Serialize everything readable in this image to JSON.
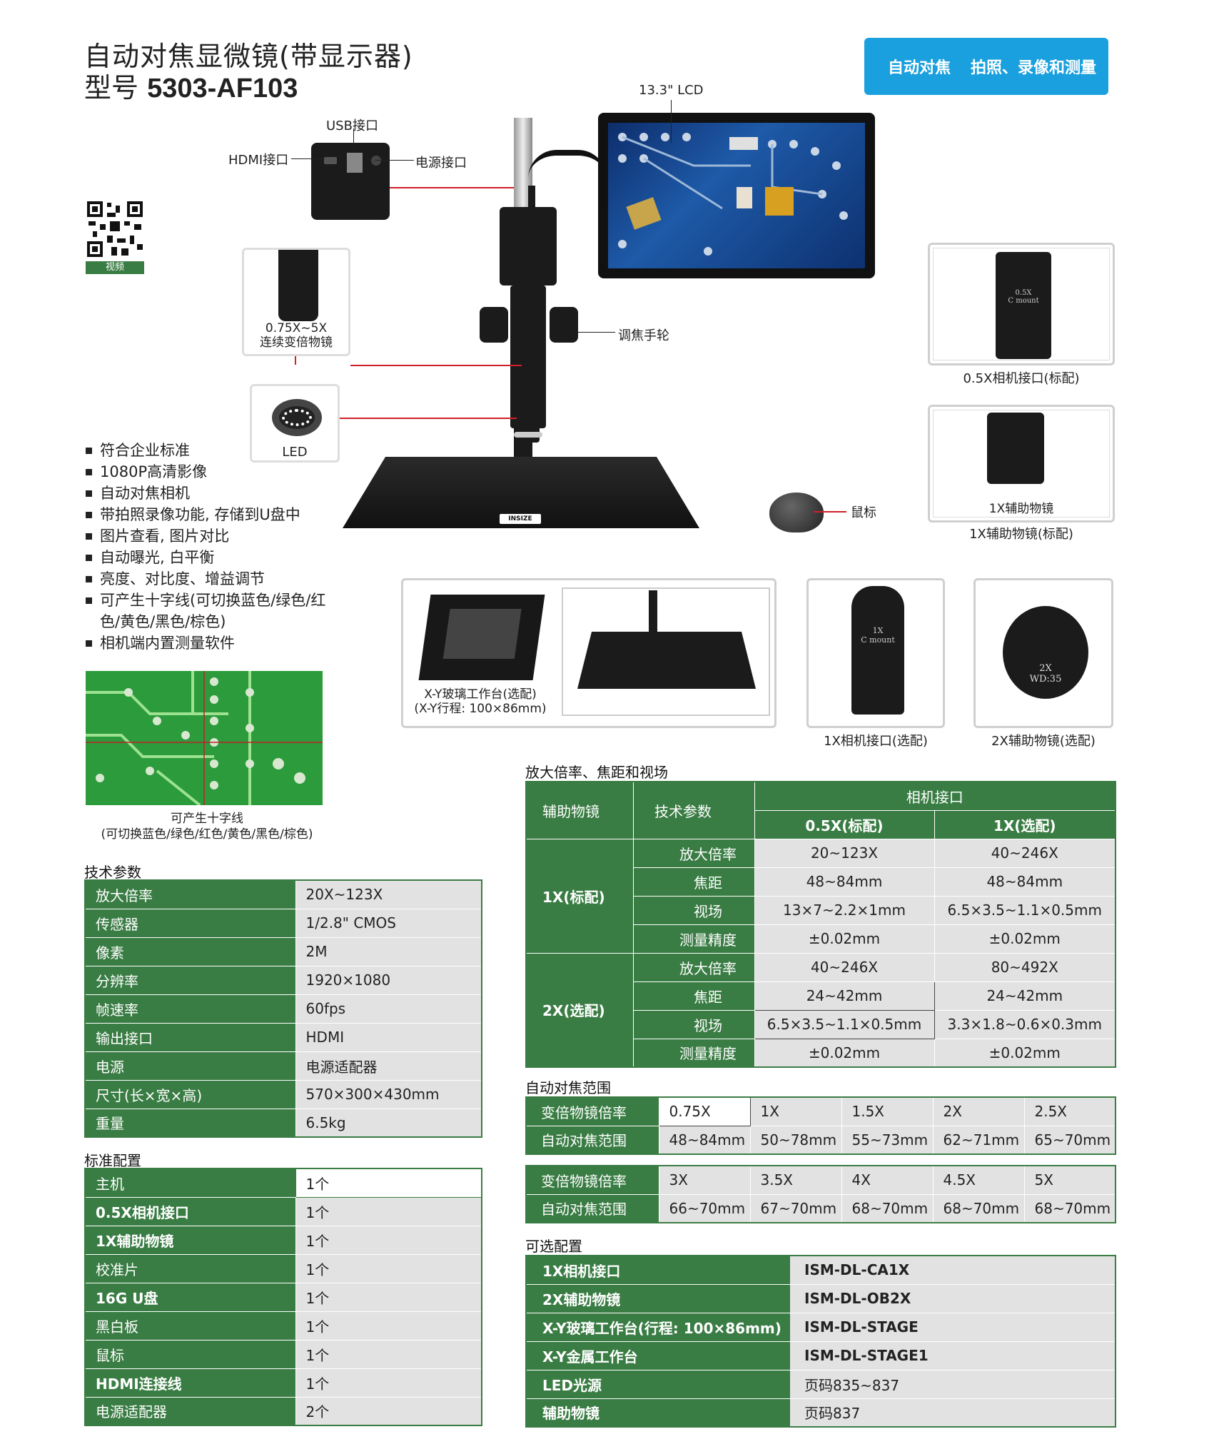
{
  "header": {
    "title": "自动对焦显微镜(带显示器)",
    "model_prefix": "型号",
    "model": "5303-AF103",
    "badge1": "自动对焦",
    "badge2": "拍照、录像和测量"
  },
  "callouts": {
    "lcd": "13.3\" LCD",
    "usb": "USB接口",
    "hdmi": "HDMI接口",
    "power": "电源接口",
    "focus": "调焦手轮",
    "zoom1": "0.75X~5X",
    "zoom2": "连续变倍物镜",
    "led": "LED",
    "mouse": "鼠标",
    "qr": "视频",
    "brand": "INSIZE"
  },
  "accessories": {
    "cam05_img": "0.5X",
    "cam05_img2": "C mount",
    "cam05": "0.5X相机接口(标配)",
    "aux1_img": "1X辅助物镜",
    "aux1": "1X辅助物镜(标配)",
    "stage_line1": "X-Y玻璃工作台(选配)",
    "stage_line2": "(X-Y行程: 100×86mm)",
    "cam1_img1": "1X",
    "cam1_img2": "C mount",
    "cam1": "1X相机接口(选配)",
    "aux2_img1": "2X",
    "aux2_img2": "WD:35",
    "aux2": "2X辅助物镜(选配)"
  },
  "features": [
    "符合企业标准",
    "1080P高清影像",
    "自动对焦相机",
    "带拍照录像功能, 存储到U盘中",
    "图片查看, 图片对比",
    "自动曝光, 白平衡",
    "亮度、对比度、增益调节",
    "可产生十字线(可切换蓝色/绿色/红",
    "色/黄色/黑色/棕色)",
    "相机端内置测量软件"
  ],
  "crosshair_caption": [
    "可产生十字线",
    "(可切换蓝色/绿色/红色/黄色/黑色/棕色)"
  ],
  "tech": {
    "title": "技术参数",
    "rows": [
      [
        "放大倍率",
        "20X~123X"
      ],
      [
        "传感器",
        "1/2.8\" CMOS"
      ],
      [
        "像素",
        "2M"
      ],
      [
        "分辨率",
        "1920×1080"
      ],
      [
        "帧速率",
        "60fps"
      ],
      [
        "输出接口",
        "HDMI"
      ],
      [
        "电源",
        "电源适配器"
      ],
      [
        "尺寸(长×宽×高)",
        "570×300×430mm"
      ],
      [
        "重量",
        "6.5kg"
      ]
    ]
  },
  "standard": {
    "title": "标准配置",
    "rows": [
      [
        "主机",
        "1个"
      ],
      [
        "0.5X相机接口",
        "1个"
      ],
      [
        "1X辅助物镜",
        "1个"
      ],
      [
        "校准片",
        "1个"
      ],
      [
        "16G U盘",
        "1个"
      ],
      [
        "黑白板",
        "1个"
      ],
      [
        "鼠标",
        "1个"
      ],
      [
        "HDMI连接线",
        "1个"
      ],
      [
        "电源适配器",
        "2个"
      ]
    ]
  },
  "magnification": {
    "title": "放大倍率、焦距和视场",
    "h_aux": "辅助物镜",
    "h_param": "技术参数",
    "h_cam": "相机接口",
    "h_c1": "0.5X(标配)",
    "h_c2": "1X(选配)",
    "groups": [
      {
        "aux": "1X(标配)",
        "rows": [
          [
            "放大倍率",
            "20~123X",
            "40~246X"
          ],
          [
            "焦距",
            "48~84mm",
            "48~84mm"
          ],
          [
            "视场",
            "13×7~2.2×1mm",
            "6.5×3.5~1.1×0.5mm"
          ],
          [
            "测量精度",
            "±0.02mm",
            "±0.02mm"
          ]
        ]
      },
      {
        "aux": "2X(选配)",
        "rows": [
          [
            "放大倍率",
            "40~246X",
            "80~492X"
          ],
          [
            "焦距",
            "24~42mm",
            "24~42mm"
          ],
          [
            "视场",
            "6.5×3.5~1.1×0.5mm",
            "3.3×1.8~0.6×0.3mm"
          ],
          [
            "测量精度",
            "±0.02mm",
            "±0.02mm"
          ]
        ]
      }
    ]
  },
  "autofocus": {
    "title": "自动对焦范围",
    "label_zoom": "变倍物镜倍率",
    "label_range": "自动对焦范围",
    "block1": {
      "zoom": [
        "0.75X",
        "1X",
        "1.5X",
        "2X",
        "2.5X"
      ],
      "range": [
        "48~84mm",
        "50~78mm",
        "55~73mm",
        "62~71mm",
        "65~70mm"
      ]
    },
    "block2": {
      "zoom": [
        "3X",
        "3.5X",
        "4X",
        "4.5X",
        "5X"
      ],
      "range": [
        "66~70mm",
        "67~70mm",
        "68~70mm",
        "68~70mm",
        "68~70mm"
      ]
    }
  },
  "optional": {
    "title": "可选配置",
    "rows": [
      [
        "1X相机接口",
        "ISM-DL-CA1X"
      ],
      [
        "2X辅助物镜",
        "ISM-DL-OB2X"
      ],
      [
        "X-Y玻璃工作台(行程: 100×86mm)",
        "ISM-DL-STAGE"
      ],
      [
        "X-Y金属工作台",
        "ISM-DL-STAGE1"
      ],
      [
        "LED光源",
        "页码835~837"
      ],
      [
        "辅助物镜",
        "页码837"
      ]
    ]
  },
  "colors": {
    "green": "#3a7d44",
    "blue": "#1aa0de",
    "grey": "#e2e2e2",
    "red": "#d0202b"
  }
}
